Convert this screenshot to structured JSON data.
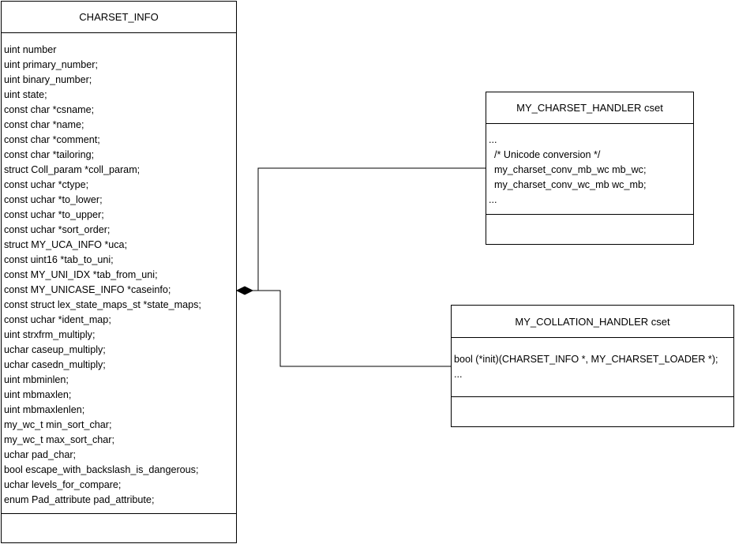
{
  "charset_info": {
    "title": "CHARSET_INFO",
    "attributes": [
      "uint number",
      "uint primary_number;",
      "uint binary_number;",
      "uint state;",
      "const char *csname;",
      "const char *name;",
      "const char *comment;",
      "const char *tailoring;",
      "struct Coll_param *coll_param;",
      "const uchar *ctype;",
      "const uchar *to_lower;",
      "const uchar *to_upper;",
      "const uchar *sort_order;",
      "struct MY_UCA_INFO *uca;",
      "const uint16 *tab_to_uni;",
      "const MY_UNI_IDX *tab_from_uni;",
      "const MY_UNICASE_INFO *caseinfo;",
      "const struct lex_state_maps_st *state_maps;",
      "const uchar *ident_map;",
      "uint strxfrm_multiply;",
      "uchar caseup_multiply;",
      "uchar casedn_multiply;",
      "uint mbminlen;",
      "uint mbmaxlen;",
      "uint mbmaxlenlen;",
      "my_wc_t min_sort_char;",
      "my_wc_t max_sort_char;",
      "uchar pad_char;",
      "bool escape_with_backslash_is_dangerous;",
      "uchar levels_for_compare;",
      "enum Pad_attribute pad_attribute;"
    ]
  },
  "charset_handler": {
    "title": "MY_CHARSET_HANDLER cset",
    "attributes": [
      "...",
      "  /* Unicode conversion */",
      "  my_charset_conv_mb_wc mb_wc;",
      "  my_charset_conv_wc_mb wc_mb;",
      "..."
    ]
  },
  "collation_handler": {
    "title": "MY_COLLATION_HANDLER cset",
    "attributes": [
      "bool (*init)(CHARSET_INFO *, MY_CHARSET_LOADER *);",
      "..."
    ]
  }
}
